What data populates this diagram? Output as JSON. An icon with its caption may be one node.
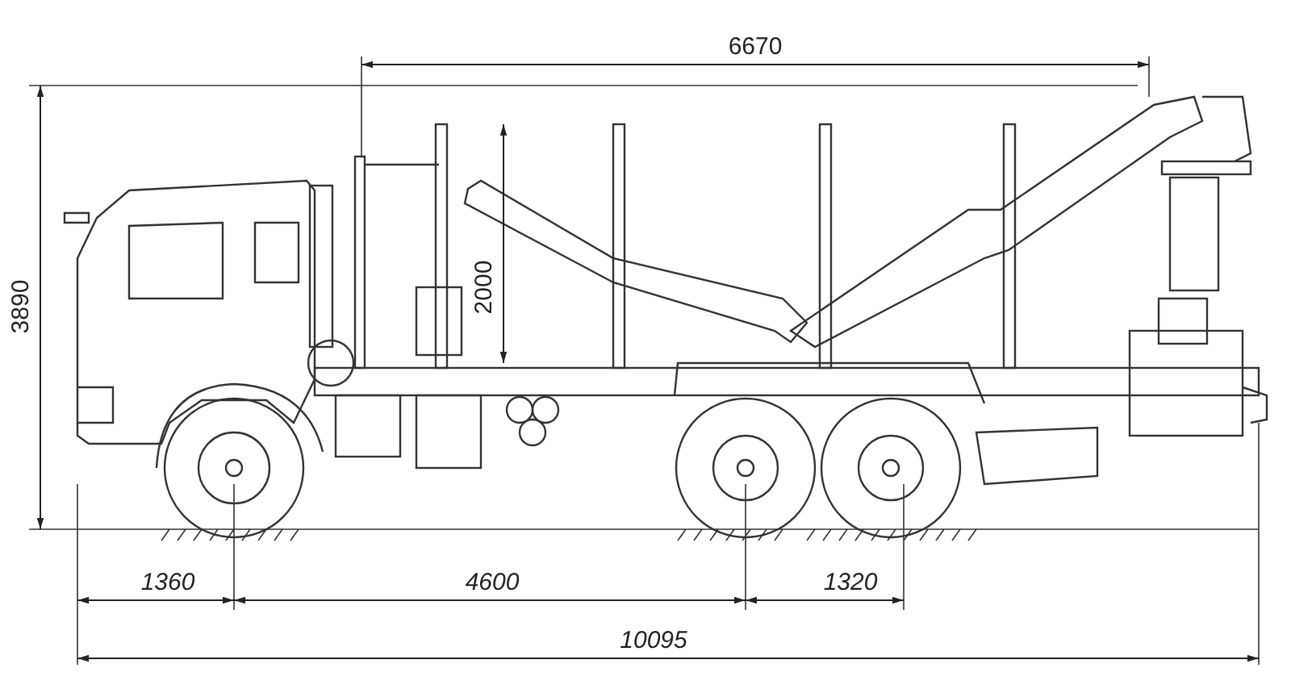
{
  "diagram": {
    "labels": [
      "6670",
      "3890",
      "2000",
      "1360",
      "4600",
      "1320",
      "10095"
    ]
  }
}
